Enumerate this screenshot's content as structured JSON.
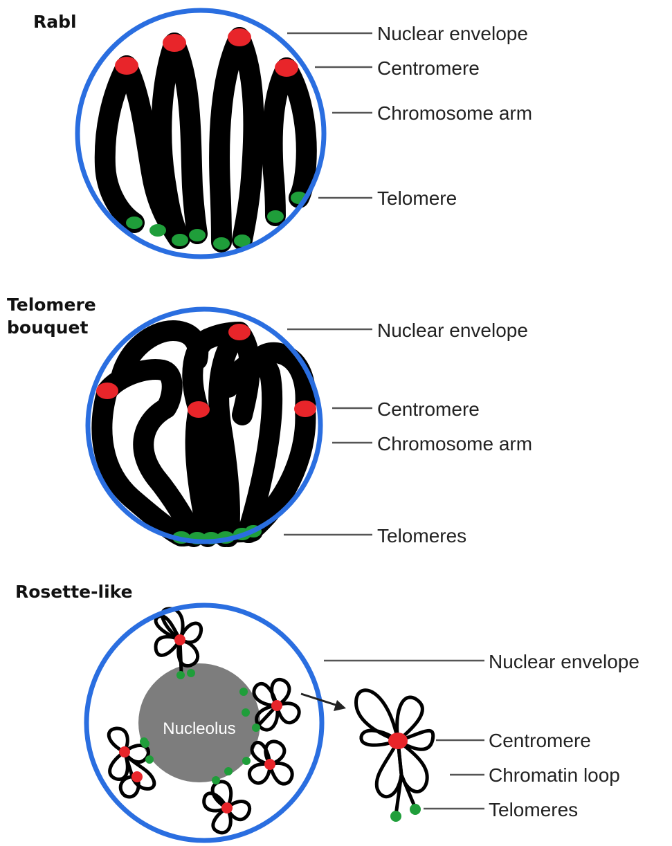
{
  "panels": [
    {
      "title": "Rabl",
      "labels": [
        "Nuclear envelope",
        "Centromere",
        "Chromosome arm",
        "Telomere"
      ]
    },
    {
      "title": "Telomere bouquet",
      "title_lines": [
        "Telomere",
        "bouquet"
      ],
      "labels": [
        "Nuclear envelope",
        "Centromere",
        "Chromosome arm",
        "Telomeres"
      ]
    },
    {
      "title": "Rosette-like",
      "nucleolus": "Nucleolus",
      "labels": [
        "Nuclear envelope",
        "Centromere",
        "Chromatin loop",
        "Telomeres"
      ]
    }
  ],
  "colors": {
    "nuclear_envelope": "#2a6ee0",
    "centromere": "#e8252a",
    "telomere": "#1f9e3a",
    "chromosome": "#000000",
    "nucleolus": "#7d7d7d"
  }
}
